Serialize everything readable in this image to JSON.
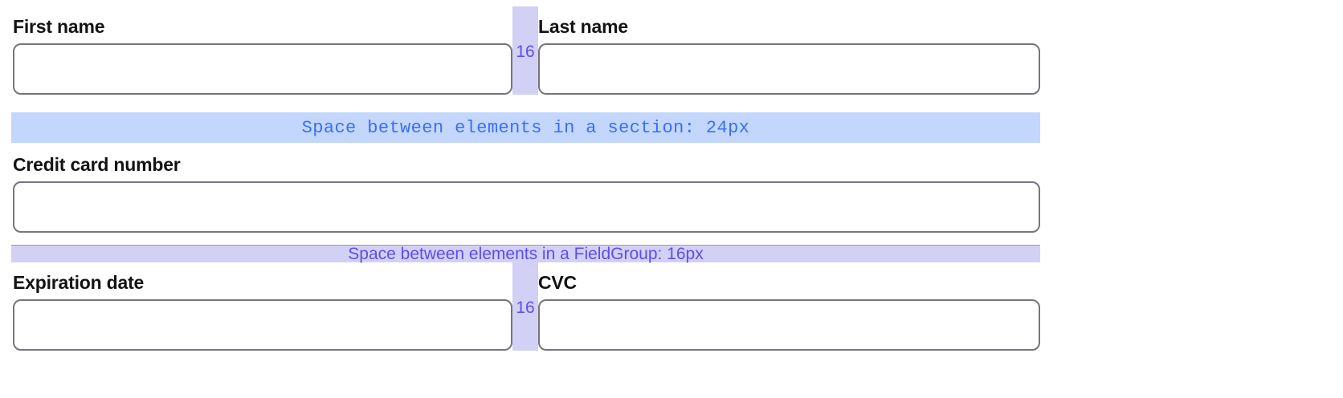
{
  "form": {
    "rows": [
      {
        "type": "pair",
        "left": {
          "label": "First name",
          "value": "",
          "placeholder": ""
        },
        "right": {
          "label": "Last name",
          "value": "",
          "placeholder": ""
        },
        "gap_label": "16"
      },
      {
        "type": "single",
        "field": {
          "label": "Credit card number",
          "value": "",
          "placeholder": ""
        }
      },
      {
        "type": "pair",
        "left": {
          "label": "Expiration date",
          "value": "",
          "placeholder": ""
        },
        "right": {
          "label": "CVC",
          "value": "",
          "placeholder": ""
        },
        "gap_label": "16"
      }
    ]
  },
  "annotations": {
    "section_band": {
      "text": "Space between elements in a section: 24px",
      "background": "#c3d7fd",
      "color": "#3b6ef5"
    },
    "fieldgroup_band": {
      "text": "Space between elements in a FieldGroup: 16px",
      "background": "#d3d0f5",
      "color": "#5b4ef0"
    },
    "gap_marker": {
      "value": "16",
      "background": "#d3d0f5",
      "color": "#5b4ef0"
    }
  },
  "colors": {
    "input_border": "#73767e",
    "label_text": "#131316",
    "page_background": "#ffffff"
  }
}
